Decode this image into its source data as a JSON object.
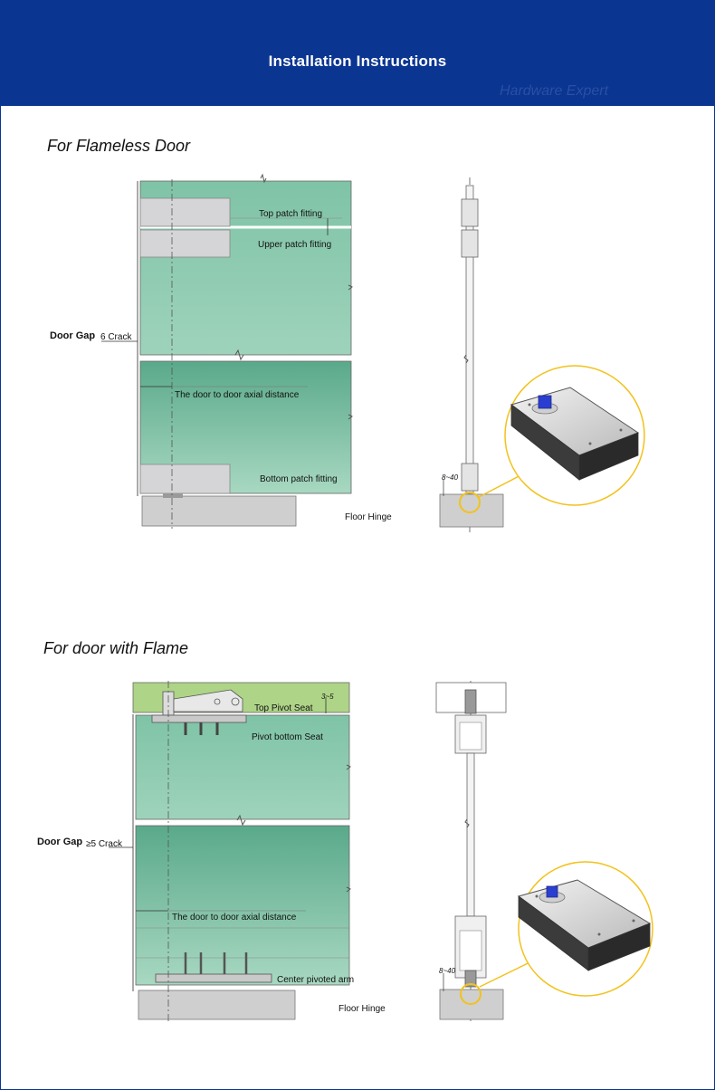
{
  "header": {
    "title": "Installation  Instructions",
    "watermark": "Hardware Expert"
  },
  "colors": {
    "banner": "#0a3591",
    "glass": "#7fc3a6",
    "glass_dark": "#5aa98b",
    "fitting": "#d5d5d7",
    "floor": "#cfcfcf",
    "top_frame": "#aed487",
    "highlight_circle": "#f2c21b"
  },
  "section_flameless": {
    "heading": "For Flameless Door",
    "labels": {
      "top_patch": "Top patch fitting",
      "upper_patch": "Upper patch fitting",
      "door_gap": "Door Gap",
      "crack": "6 Crack",
      "axial": "The door to door axial distance",
      "bottom_patch": "Bottom patch fitting",
      "floor_hinge": "Floor Hinge",
      "gap_range": "8~40"
    }
  },
  "section_flame": {
    "heading": "For door with Flame",
    "labels": {
      "top_pivot": "Top Pivot Seat",
      "pivot_range": "3~5",
      "pivot_bottom": "Pivot bottom Seat",
      "door_gap": "Door Gap",
      "crack": "≥5 Crack",
      "axial": "The door to door axial distance",
      "center_arm": "Center pivoted arm",
      "floor_hinge": "Floor Hinge",
      "gap_range": "8~40"
    }
  },
  "icons": [
    "floor-hinge-product-icon",
    "spindle-icon"
  ]
}
